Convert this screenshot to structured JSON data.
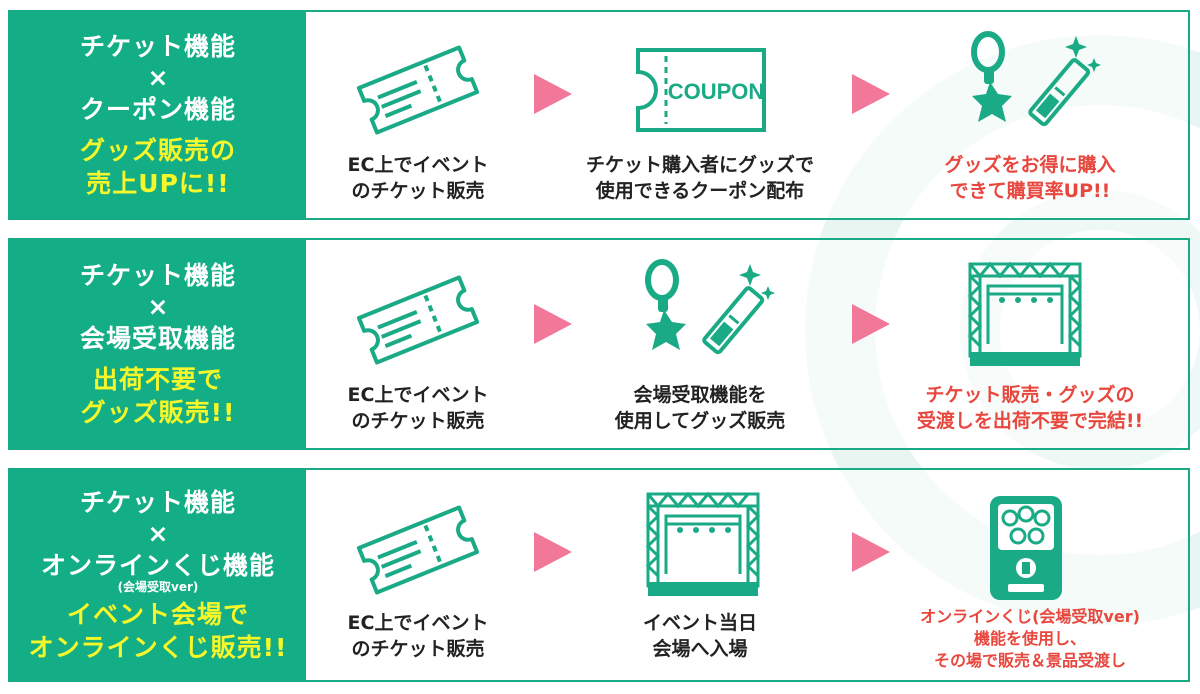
{
  "colors": {
    "accent": "#14ae86",
    "highlight": "#f6f72a",
    "arrow": "#f2789a",
    "result": "#e8473e"
  },
  "rows": [
    {
      "title": [
        "チケット機能",
        "×",
        "クーポン機能"
      ],
      "sub": "",
      "highlight": [
        "グッズ販売の",
        "売上UPに!!"
      ],
      "steps": [
        {
          "icon": "ticket-icon",
          "caption": "EC上でイベント\nのチケット販売"
        },
        {
          "icon": "coupon-icon",
          "caption": "チケット購入者にグッズで\n使用できるクーポン配布",
          "coupon_text": "COUPON"
        },
        {
          "icon": "goods-icon",
          "caption": "グッズをお得に購入\nできて購買率UP!!"
        }
      ]
    },
    {
      "title": [
        "チケット機能",
        "×",
        "会場受取機能"
      ],
      "sub": "",
      "highlight": [
        "出荷不要で",
        "グッズ販売!!"
      ],
      "steps": [
        {
          "icon": "ticket-icon",
          "caption": "EC上でイベント\nのチケット販売"
        },
        {
          "icon": "goods-icon",
          "caption": "会場受取機能を\n使用してグッズ販売"
        },
        {
          "icon": "stage-icon",
          "caption": "チケット販売・グッズの\n受渡しを出荷不要で完結!!"
        }
      ]
    },
    {
      "title": [
        "チケット機能",
        "×",
        "オンラインくじ機能"
      ],
      "sub": "(会場受取ver)",
      "highlight": [
        "イベント会場で",
        "オンラインくじ販売!!"
      ],
      "steps": [
        {
          "icon": "ticket-icon",
          "caption": "EC上でイベント\nのチケット販売"
        },
        {
          "icon": "stage-icon",
          "caption": "イベント当日\n会場へ入場"
        },
        {
          "icon": "gacha-icon",
          "caption": "オンラインくじ(会場受取ver)\n機能を使用し、\nその場で販売＆景品受渡し"
        }
      ]
    }
  ]
}
